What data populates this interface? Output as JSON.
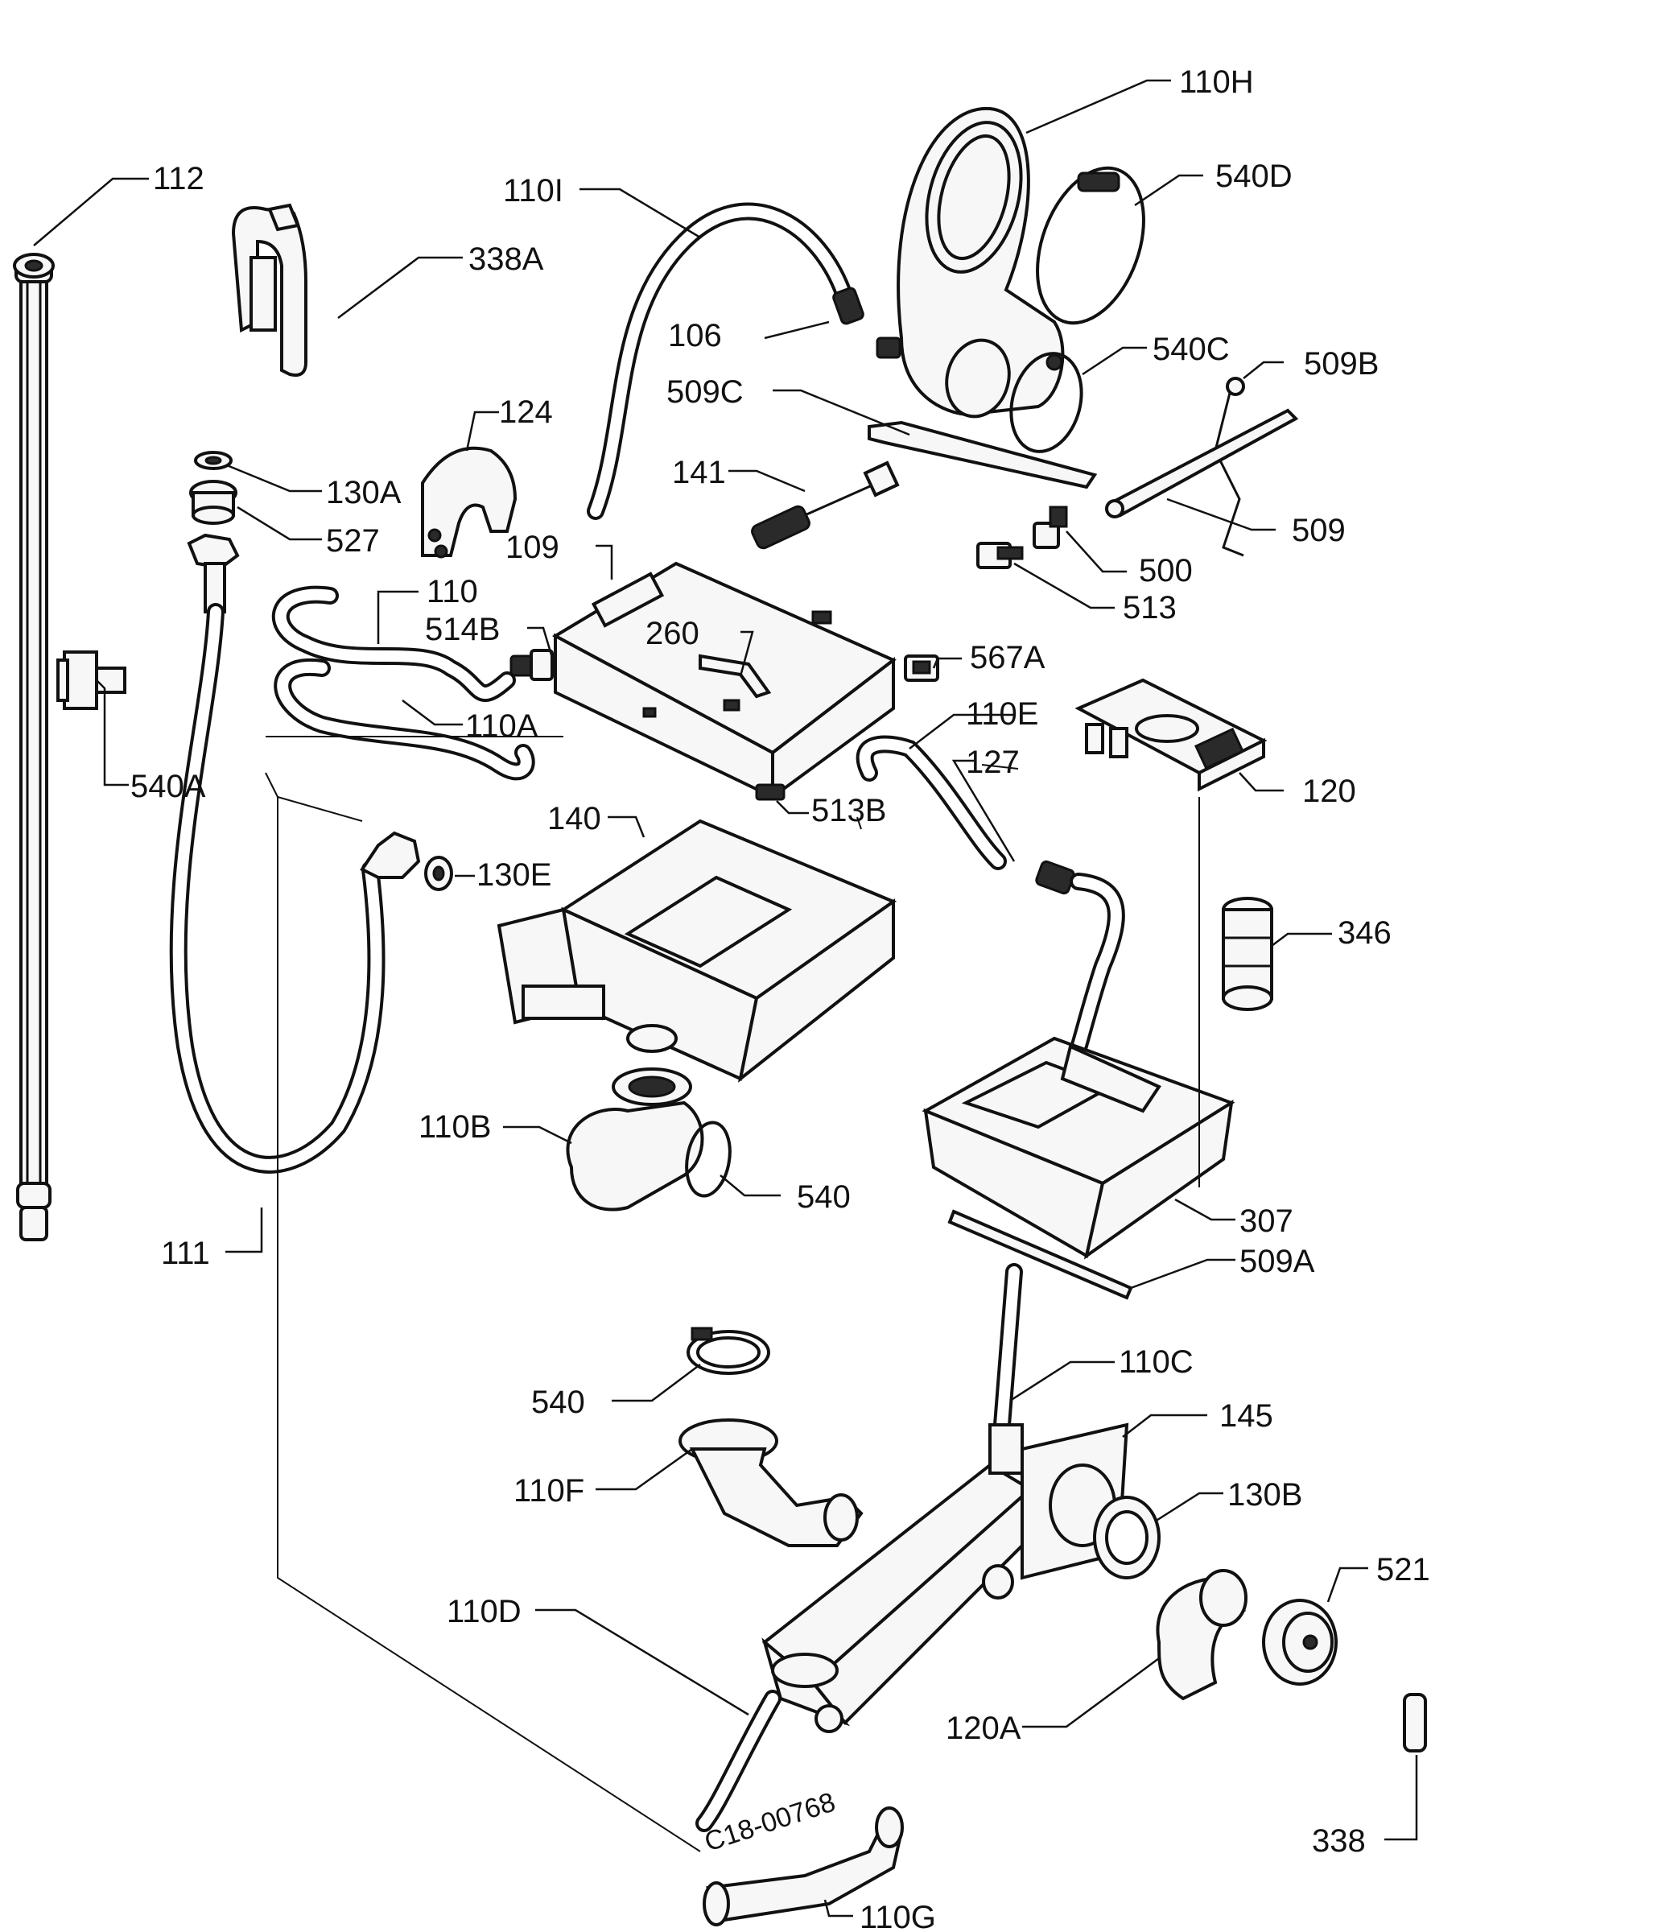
{
  "drawing_code": "C18-00768",
  "labels": [
    {
      "id": "l112",
      "text": "112"
    },
    {
      "id": "l338a",
      "text": "338A"
    },
    {
      "id": "l110i",
      "text": "110I"
    },
    {
      "id": "l106",
      "text": "106"
    },
    {
      "id": "l110h",
      "text": "110H"
    },
    {
      "id": "l540d",
      "text": "540D"
    },
    {
      "id": "l540c",
      "text": "540C"
    },
    {
      "id": "l509b",
      "text": "509B"
    },
    {
      "id": "l509c",
      "text": "509C"
    },
    {
      "id": "l124",
      "text": "124"
    },
    {
      "id": "l141",
      "text": "141"
    },
    {
      "id": "l130a",
      "text": "130A"
    },
    {
      "id": "l527",
      "text": "527"
    },
    {
      "id": "l109",
      "text": "109"
    },
    {
      "id": "l509",
      "text": "509"
    },
    {
      "id": "l500",
      "text": "500"
    },
    {
      "id": "l513",
      "text": "513"
    },
    {
      "id": "l110",
      "text": "110"
    },
    {
      "id": "l514b",
      "text": "514B"
    },
    {
      "id": "l260",
      "text": "260"
    },
    {
      "id": "l567a",
      "text": "567A"
    },
    {
      "id": "l110a",
      "text": "110A"
    },
    {
      "id": "l110e",
      "text": "110E"
    },
    {
      "id": "l127",
      "text": "127"
    },
    {
      "id": "l120",
      "text": "120"
    },
    {
      "id": "l540a",
      "text": "540A"
    },
    {
      "id": "l140",
      "text": "140"
    },
    {
      "id": "l513b",
      "text": "513B"
    },
    {
      "id": "l130e",
      "text": "130E"
    },
    {
      "id": "l346",
      "text": "346"
    },
    {
      "id": "l110b",
      "text": "110B"
    },
    {
      "id": "l540_1",
      "text": "540"
    },
    {
      "id": "l307",
      "text": "307"
    },
    {
      "id": "l509a",
      "text": "509A"
    },
    {
      "id": "l111",
      "text": "111"
    },
    {
      "id": "l110c",
      "text": "110C"
    },
    {
      "id": "l540_2",
      "text": "540"
    },
    {
      "id": "l145",
      "text": "145"
    },
    {
      "id": "l130b",
      "text": "130B"
    },
    {
      "id": "l110f",
      "text": "110F"
    },
    {
      "id": "l521",
      "text": "521"
    },
    {
      "id": "l110d",
      "text": "110D"
    },
    {
      "id": "l120a",
      "text": "120A"
    },
    {
      "id": "l338",
      "text": "338"
    },
    {
      "id": "l110g",
      "text": "110G"
    }
  ]
}
